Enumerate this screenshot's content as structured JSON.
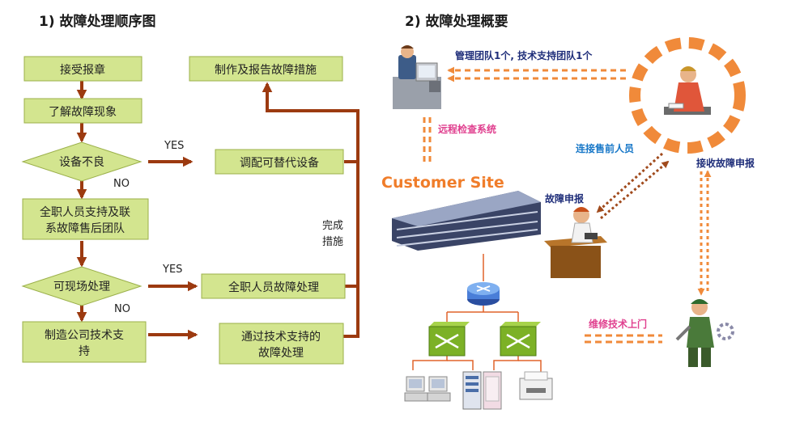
{
  "left": {
    "title": "1) 故障处理顺序图",
    "steps": {
      "receive": "接受报章",
      "understand": "了解故障现象",
      "device_bad": "设备不良",
      "fulltime_contact_l1": "全职人员支持及联",
      "fulltime_contact_l2": "系故障售后团队",
      "onsite": "可现场处理",
      "company_support_l1": "制造公司技术支",
      "company_support_l2": "持",
      "report": "制作及报告故障措施",
      "replace": "调配可替代设备",
      "fulltime_handle": "全职人员故障处理",
      "tech_support_l1": "通过技术支持的",
      "tech_support_l2": "故障处理"
    },
    "yes": "YES",
    "no": "NO",
    "complete_l1": "完成",
    "complete_l2": "措施"
  },
  "right": {
    "title": "2) 故障处理概要",
    "mgmt_team": "管理团队1个, 技术支持团队1个",
    "remote_check": "远程检查系统",
    "presales": "连接售前人员",
    "receive_report": "接收故障申报",
    "customer_site": "Customer Site",
    "fault_report": "故障申报",
    "repair_visit": "维修技术上门"
  },
  "colors": {
    "box_fill": "#d3e58f",
    "box_border": "#9bb04a",
    "arrow": "#9c3a10",
    "dashed_orange": "#f08a3a",
    "customer_site": "#f07d2a",
    "navy_text": "#1f2e7a",
    "pink_text": "#e0408f",
    "blue_text": "#1878c8"
  }
}
